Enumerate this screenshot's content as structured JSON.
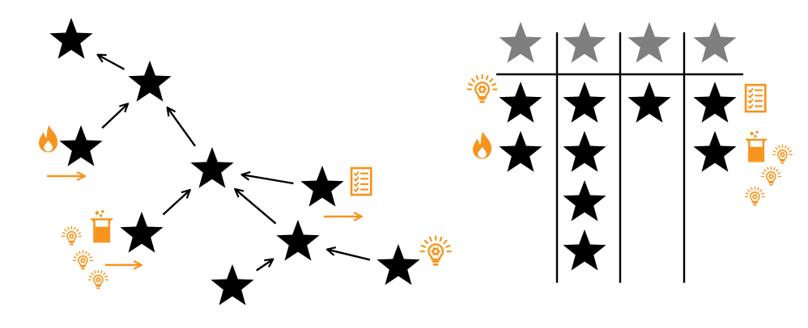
{
  "colors": {
    "star": "#000000",
    "header_star": "#7f7f7f",
    "accent": "#f7941d",
    "line": "#000000"
  },
  "icons": {
    "lightbulb": "lightbulb-gear-icon",
    "fire": "fire-icon",
    "checklist": "checklist-icon",
    "beaker": "beaker-icon"
  },
  "tree": {
    "nodes": [
      {
        "id": "a",
        "icon": null
      },
      {
        "id": "b",
        "icon": null
      },
      {
        "id": "c",
        "icon": "fire"
      },
      {
        "id": "d",
        "icon": null
      },
      {
        "id": "e",
        "icon": "checklist"
      },
      {
        "id": "f",
        "icon": "beaker"
      },
      {
        "id": "g",
        "icon": null
      },
      {
        "id": "h",
        "icon": "lightbulb"
      },
      {
        "id": "i",
        "icon": null
      }
    ],
    "edges": [
      {
        "from": "b",
        "to": "a"
      },
      {
        "from": "c",
        "to": "b"
      },
      {
        "from": "d",
        "to": "b"
      },
      {
        "from": "e",
        "to": "d"
      },
      {
        "from": "f",
        "to": "d"
      },
      {
        "from": "g",
        "to": "d"
      },
      {
        "from": "h",
        "to": "g"
      },
      {
        "from": "i",
        "to": "g"
      }
    ]
  },
  "table": {
    "columns": [
      {
        "header": "star",
        "count": 2
      },
      {
        "header": "star",
        "count": 4
      },
      {
        "header": "star",
        "count": 1
      },
      {
        "header": "star",
        "count": 2
      }
    ],
    "row_icons_left": [
      "lightbulb",
      "fire"
    ],
    "row_icons_right": [
      "checklist",
      "beaker"
    ]
  }
}
